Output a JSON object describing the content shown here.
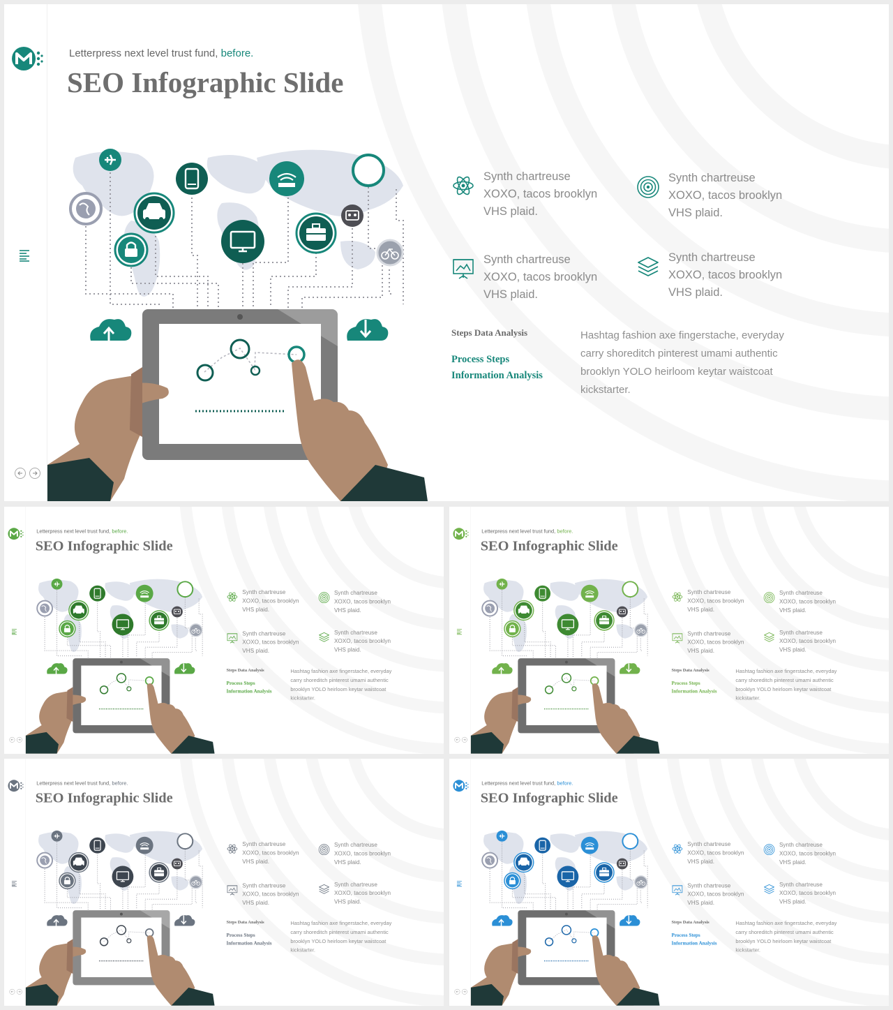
{
  "slides": [
    {
      "id": "main",
      "accent": "#17877a",
      "dark": "#0f5e53",
      "tablet": "#7b7b7b"
    },
    {
      "id": "green",
      "accent": "#5aa846",
      "dark": "#2f7a2c",
      "tablet": "#6e6e6e"
    },
    {
      "id": "green2",
      "accent": "#72b24c",
      "dark": "#3e8a32",
      "tablet": "#6e6e6e"
    },
    {
      "id": "gray",
      "accent": "#6b7480",
      "dark": "#3e4650",
      "tablet": "#8a8a8a"
    },
    {
      "id": "blue",
      "accent": "#2b8fd6",
      "dark": "#1a65a8",
      "tablet": "#6e6e6e"
    }
  ],
  "header": {
    "subtitle": "Letterpress next level trust fund,",
    "subtitle_highlight": "before.",
    "title": "SEO Infographic Slide"
  },
  "features": [
    {
      "icon": "atom-icon",
      "line1": "Synth chartreuse",
      "line2": "XOXO, tacos brooklyn",
      "line3": "VHS plaid."
    },
    {
      "icon": "target-icon",
      "line1": "Synth chartreuse",
      "line2": "XOXO, tacos brooklyn",
      "line3": "VHS plaid."
    },
    {
      "icon": "presentation-board-icon",
      "line1": "Synth chartreuse",
      "line2": "XOXO, tacos brooklyn",
      "line3": "VHS plaid."
    },
    {
      "icon": "layers-icon",
      "line1": "Synth chartreuse",
      "line2": "XOXO, tacos brooklyn",
      "line3": "VHS plaid."
    }
  ],
  "steps": {
    "heading": "Steps Data Analysis",
    "line1": "Process Steps",
    "line2": "Information Analysis"
  },
  "paragraph": "Hashtag fashion axe fingerstache, everyday carry shoreditch pinterest umami authentic brooklyn YOLO heirloom keytar waistcoat kickstarter.",
  "illustration_icons": [
    "airplane-icon",
    "globe-icon",
    "mobile-phone-icon",
    "car-icon",
    "lock-icon",
    "router-icon",
    "monitor-icon",
    "briefcase-icon",
    "cassette-icon",
    "bicycle-icon",
    "cloud-upload-icon",
    "cloud-download-icon"
  ]
}
